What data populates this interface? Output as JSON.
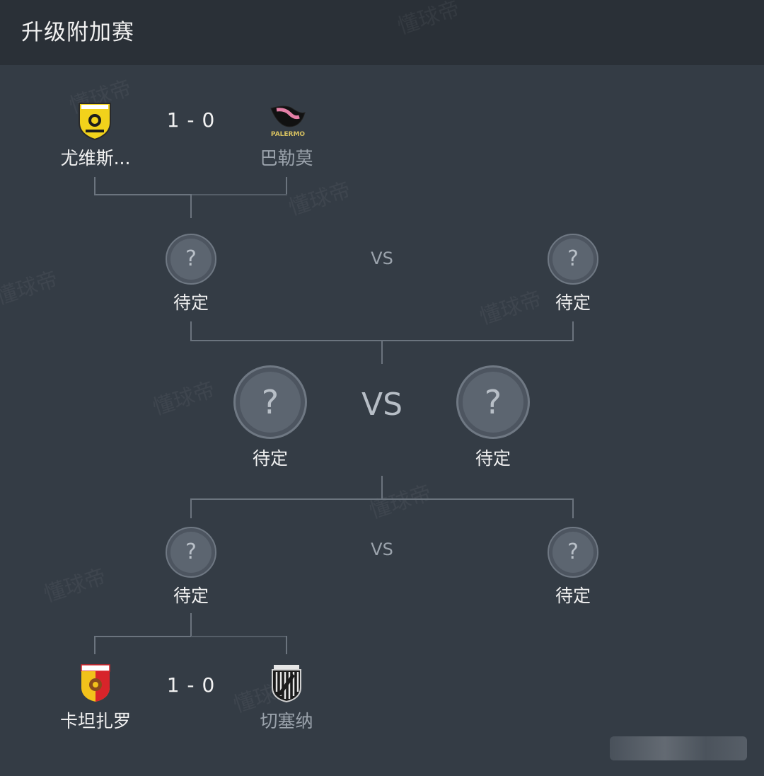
{
  "header": {
    "title": "升级附加赛"
  },
  "matches": {
    "top": {
      "home": {
        "name": "尤维斯...",
        "crest": "juve-stabia-crest-icon"
      },
      "away": {
        "name": "巴勒莫",
        "crest": "palermo-crest-icon"
      },
      "score": "1 - 0"
    },
    "bottom": {
      "home": {
        "name": "卡坦扎罗",
        "crest": "catanzaro-crest-icon"
      },
      "away": {
        "name": "切塞纳",
        "crest": "cesena-crest-icon"
      },
      "score": "1 - 0"
    }
  },
  "semi_top": {
    "left_label": "待定",
    "right_label": "待定",
    "vs": "VS"
  },
  "final": {
    "left_label": "待定",
    "right_label": "待定",
    "vs": "VS"
  },
  "semi_bottom": {
    "left_label": "待定",
    "right_label": "待定",
    "vs": "VS"
  },
  "placeholder_symbol": "?",
  "watermark": "懂球帝",
  "colors": {
    "background": "#343c45",
    "header": "#2a3037",
    "juve_stabia_yellow": "#f2d21b",
    "catanzaro_red": "#d8242a"
  }
}
